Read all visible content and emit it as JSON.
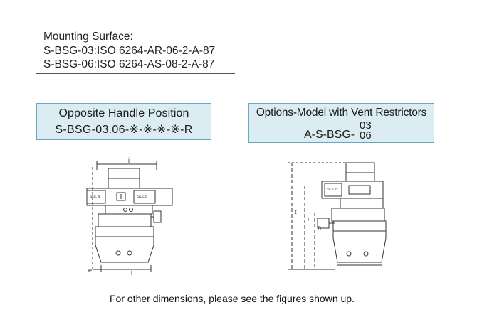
{
  "mounting": {
    "heading": "Mounting Surface:",
    "line1": "S-BSG-03:ISO 6264-AR-06-2-A-87",
    "line2": "S-BSG-06:ISO 6264-AS-08-2-A-87"
  },
  "opposite": {
    "title": "Opposite Handle Position",
    "model": "S-BSG-03.06-※-※-※-※-R"
  },
  "options": {
    "title": "Options-Model with Vent Restrictors",
    "model_base": "A-S-BSG-",
    "model_sup": "03",
    "model_sub": "06"
  },
  "figure1": {
    "label_j": "j",
    "label_sol_a": "SOL a",
    "label_sol_b": "SOL b",
    "label_e": "e",
    "label_l": "l"
  },
  "figure2": {
    "label_sol_b": "SOL b",
    "label_t": "t",
    "label_r": "r",
    "label_n": "n"
  },
  "footer": "For other dimensions, please see the figures shown up."
}
